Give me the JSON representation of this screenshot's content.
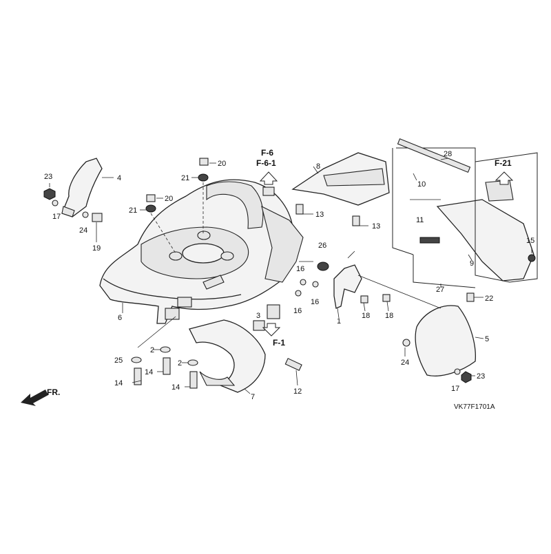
{
  "diagram": {
    "code": "VK77F1701A",
    "direction_label": "FR.",
    "reference_labels": {
      "f6": "F-6",
      "f61": "F-6-1",
      "f1": "F-1",
      "f21": "F-21"
    },
    "callouts": {
      "c1": "1",
      "c2a": "2",
      "c2b": "2",
      "c3": "3",
      "c4": "4",
      "c5": "5",
      "c6": "6",
      "c7": "7",
      "c8": "8",
      "c9": "9",
      "c10": "10",
      "c11": "11",
      "c12": "12",
      "c13a": "13",
      "c13b": "13",
      "c14a": "14",
      "c14b": "14",
      "c14c": "14",
      "c15": "15",
      "c16a": "16",
      "c16b": "16",
      "c16c": "16",
      "c17a": "17",
      "c17b": "17",
      "c18a": "18",
      "c18b": "18",
      "c19": "19",
      "c20a": "20",
      "c20b": "20",
      "c21a": "21",
      "c21b": "21",
      "c22": "22",
      "c23a": "23",
      "c23b": "23",
      "c24a": "24",
      "c24b": "24",
      "c25": "25",
      "c26": "26",
      "c27": "27",
      "c28": "28"
    }
  }
}
